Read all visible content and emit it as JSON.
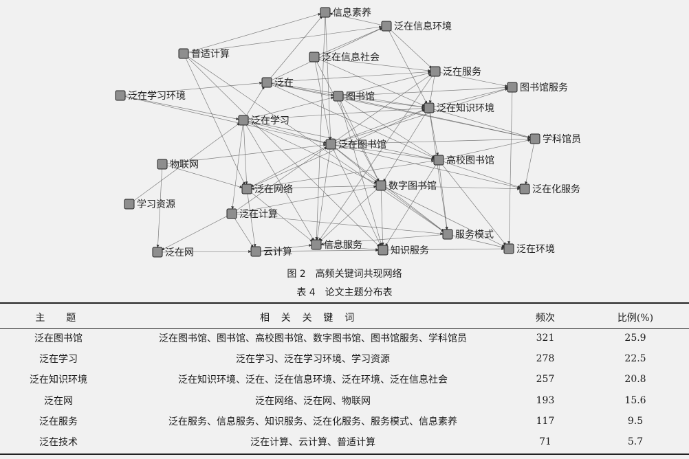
{
  "figure": {
    "caption": "图 2　高频关键词共现网络",
    "nodes": [
      {
        "id": "xxsy",
        "label": "信息素养"
      },
      {
        "id": "fzxxhj",
        "label": "泛在信息环境"
      },
      {
        "id": "ptjs",
        "label": "普适计算"
      },
      {
        "id": "fzxxsh",
        "label": "泛在信息社会"
      },
      {
        "id": "fzfw",
        "label": "泛在服务"
      },
      {
        "id": "fz",
        "label": "泛在"
      },
      {
        "id": "fzxxhj2",
        "label": "泛在学习环境"
      },
      {
        "id": "tsgfw",
        "label": "图书馆服务"
      },
      {
        "id": "tsg",
        "label": "图书馆"
      },
      {
        "id": "fzzshj",
        "label": "泛在知识环境"
      },
      {
        "id": "fzxx",
        "label": "泛在学习"
      },
      {
        "id": "xkgy",
        "label": "学科馆员"
      },
      {
        "id": "fztsg",
        "label": "泛在图书馆"
      },
      {
        "id": "gxtsg",
        "label": "高校图书馆"
      },
      {
        "id": "wlw",
        "label": "物联网"
      },
      {
        "id": "fzwl",
        "label": "泛在网络"
      },
      {
        "id": "sztsg",
        "label": "数字图书馆"
      },
      {
        "id": "fzhfw",
        "label": "泛在化服务"
      },
      {
        "id": "xxzy",
        "label": "学习资源"
      },
      {
        "id": "fzjs",
        "label": "泛在计算"
      },
      {
        "id": "fwms",
        "label": "服务模式"
      },
      {
        "id": "fzw",
        "label": "泛在网"
      },
      {
        "id": "yjs",
        "label": "云计算"
      },
      {
        "id": "xxfw",
        "label": "信息服务"
      },
      {
        "id": "zsfw",
        "label": "知识服务"
      },
      {
        "id": "fzhj",
        "label": "泛在环境"
      }
    ]
  },
  "table": {
    "caption": "表 4　论文主题分布表",
    "headers": [
      "主题",
      "相关关键词",
      "频次",
      "比例(%)"
    ],
    "rows": [
      {
        "topic": "泛在图书馆",
        "keywords": "泛在图书馆、图书馆、高校图书馆、数字图书馆、图书馆服务、学科馆员",
        "freq": "321",
        "ratio": "25.9"
      },
      {
        "topic": "泛在学习",
        "keywords": "泛在学习、泛在学习环境、学习资源",
        "freq": "278",
        "ratio": "22.5"
      },
      {
        "topic": "泛在知识环境",
        "keywords": "泛在知识环境、泛在、泛在信息环境、泛在环境、泛在信息社会",
        "freq": "257",
        "ratio": "20.8"
      },
      {
        "topic": "泛在网",
        "keywords": "泛在网络、泛在网、物联网",
        "freq": "193",
        "ratio": "15.6"
      },
      {
        "topic": "泛在服务",
        "keywords": "泛在服务、信息服务、知识服务、泛在化服务、服务模式、信息素养",
        "freq": "117",
        "ratio": "9.5"
      },
      {
        "topic": "泛在技术",
        "keywords": "泛在计算、云计算、普适计算",
        "freq": "71",
        "ratio": "5.7"
      }
    ]
  }
}
